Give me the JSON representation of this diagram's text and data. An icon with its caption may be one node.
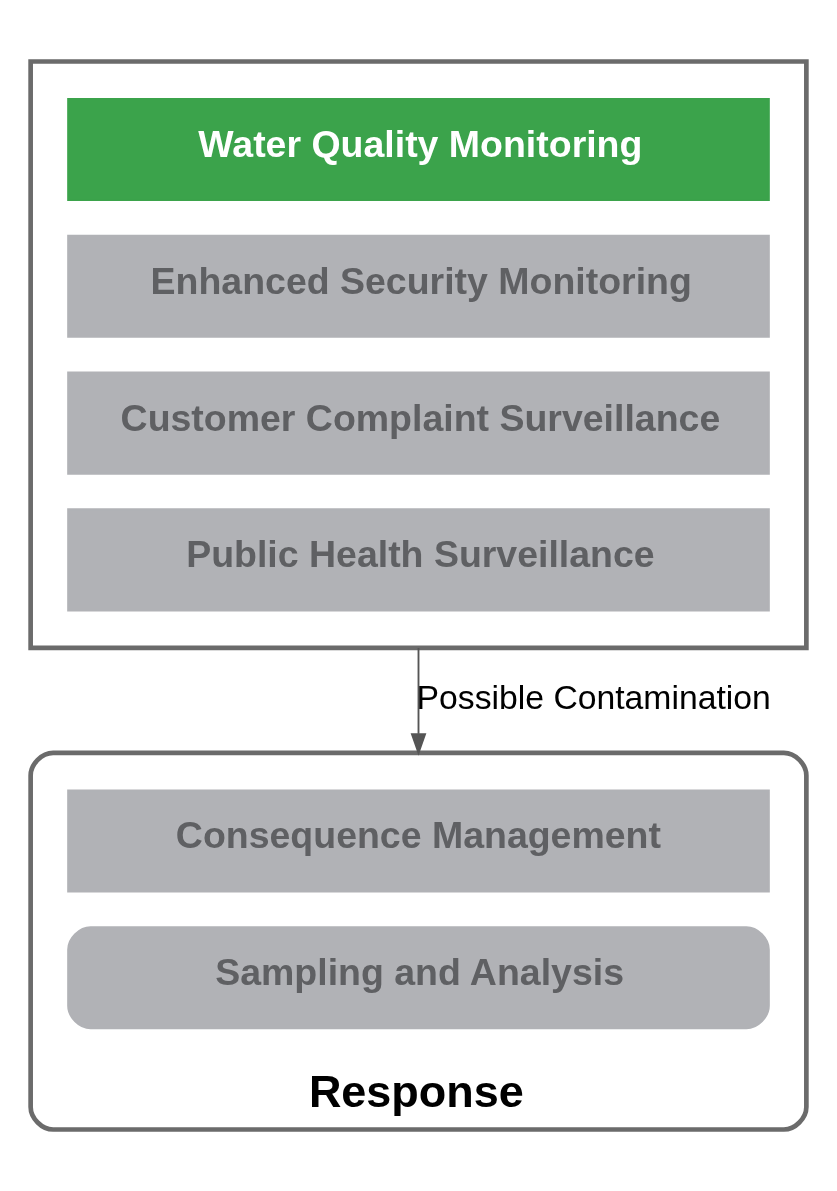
{
  "diagram": {
    "nodes": [
      {
        "text": [],
        "shape": "box"
      },
      {
        "text": [
          "Water Quality Monitoring"
        ],
        "in": 0
      },
      {
        "text": [
          "Enhanced Security Monitoring"
        ],
        "in": 0
      },
      {
        "text": [
          "Customer Complaint Surveillance"
        ],
        "in": 0
      },
      {
        "text": [
          "Public Health Surveillance"
        ],
        "in": 0
      },
      {
        "text": [
          "Response"
        ]
      },
      {
        "text": [
          "Consequence Management"
        ],
        "in": 5
      },
      {
        "text": [
          "Sampling and Analysis"
        ],
        "in": 5
      }
    ],
    "edges": [
      {
        "from": 0,
        "to": 5,
        "arrow": "to",
        "label": "Possible Contamination"
      }
    ]
  }
}
